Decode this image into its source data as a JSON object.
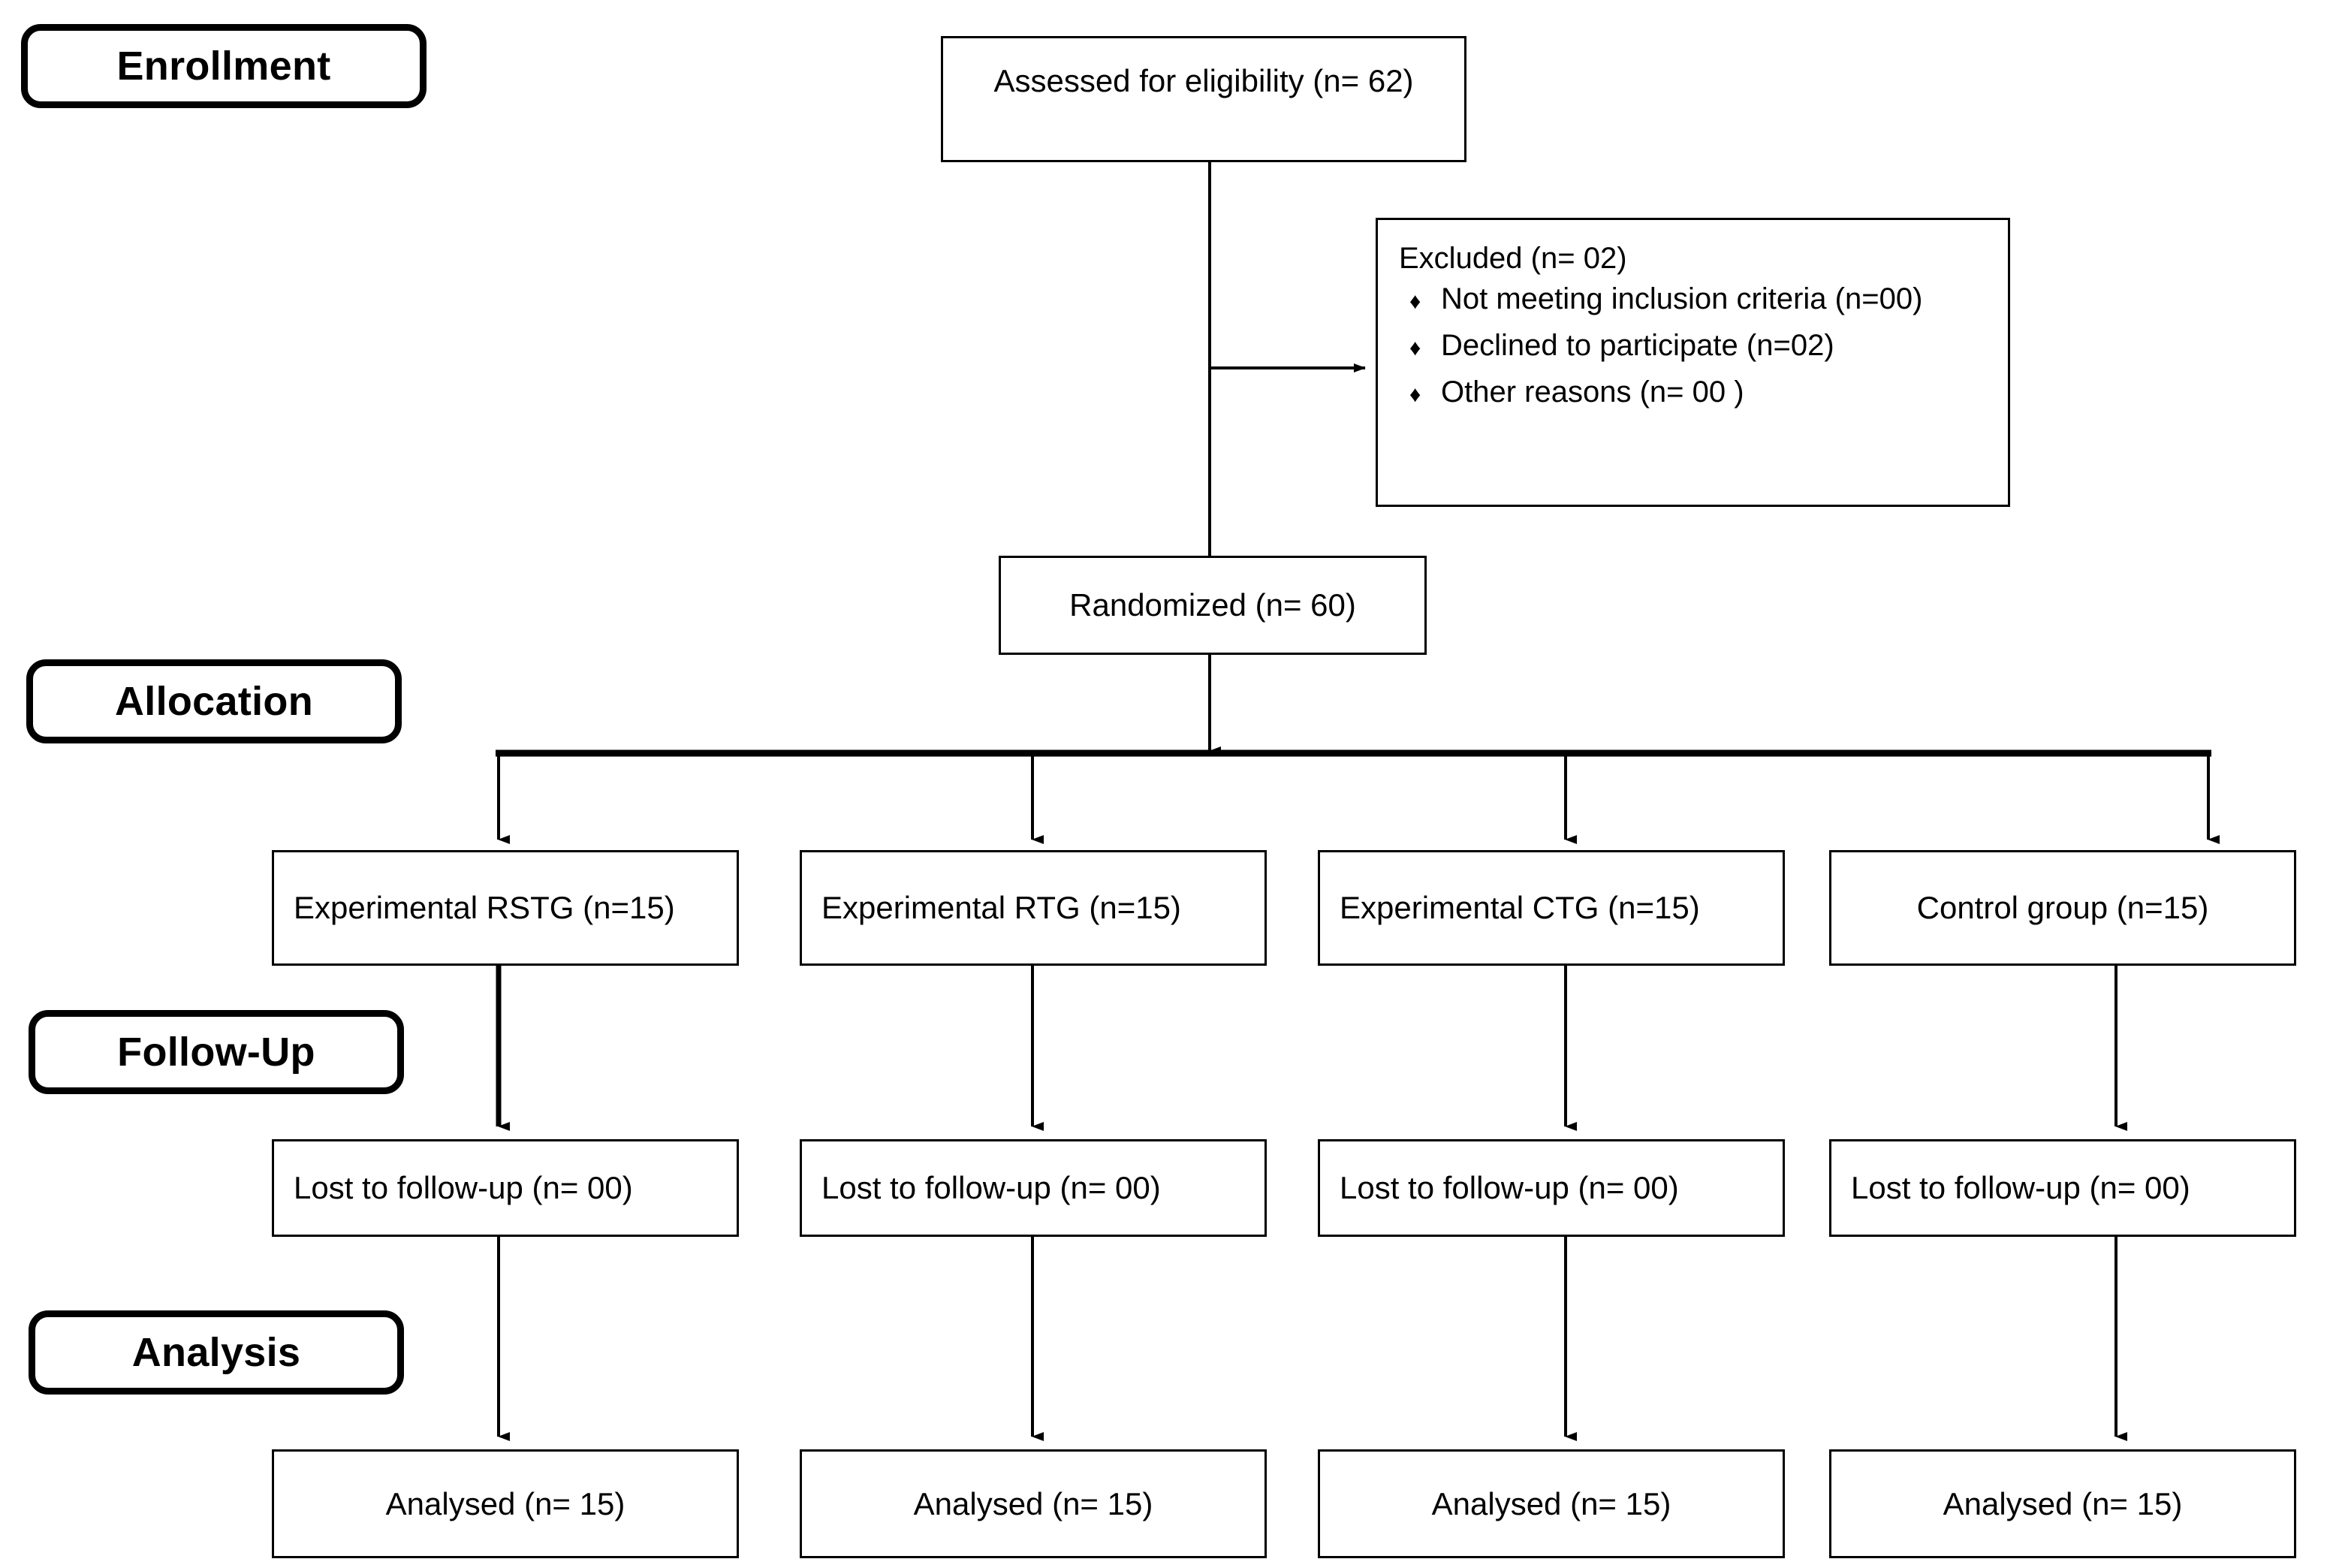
{
  "diagram": {
    "type": "consort-flow-diagram",
    "title": "CONSORT participant flow diagram",
    "stages": [
      {
        "id": "enrollment",
        "label": "Enrollment"
      },
      {
        "id": "allocation",
        "label": "Allocation"
      },
      {
        "id": "follow_up",
        "label": "Follow-Up"
      },
      {
        "id": "analysis",
        "label": "Analysis"
      }
    ],
    "enrollment": {
      "assessed": {
        "label": "Assessed for eligibility (n= 62)",
        "n": 62
      },
      "excluded": {
        "title": "Excluded (n= 02)",
        "n": 2,
        "bullet_glyph": "♦",
        "reasons": [
          {
            "label": "Not meeting inclusion criteria (n=00)",
            "n": 0
          },
          {
            "label": "Declined to participate (n=02)",
            "n": 2
          },
          {
            "label": "Other reasons (n= 00 )",
            "n": 0
          }
        ]
      },
      "randomized": {
        "label": "Randomized (n= 60)",
        "n": 60
      }
    },
    "arms": [
      {
        "id": "rstg",
        "allocation": {
          "label": "Experimental RSTG (n=15)",
          "n": 15,
          "align": "left"
        },
        "follow_up": {
          "label": "Lost to follow-up (n= 00)",
          "n": 0,
          "align": "left"
        },
        "analysis": {
          "label": "Analysed (n= 15)",
          "n": 15,
          "align": "center"
        }
      },
      {
        "id": "rtg",
        "allocation": {
          "label": "Experimental RTG (n=15)",
          "n": 15,
          "align": "left"
        },
        "follow_up": {
          "label": "Lost to follow-up (n= 00)",
          "n": 0,
          "align": "left"
        },
        "analysis": {
          "label": "Analysed (n= 15)",
          "n": 15,
          "align": "center"
        }
      },
      {
        "id": "ctg",
        "allocation": {
          "label": "Experimental CTG (n=15)",
          "n": 15,
          "align": "left"
        },
        "follow_up": {
          "label": "Lost to follow-up (n= 00)",
          "n": 0,
          "align": "left"
        },
        "analysis": {
          "label": "Analysed (n= 15)",
          "n": 15,
          "align": "center"
        }
      },
      {
        "id": "control",
        "allocation": {
          "label": "Control group (n=15)",
          "n": 15,
          "align": "center"
        },
        "follow_up": {
          "label": "Lost to follow-up (n= 00)",
          "n": 0,
          "align": "left"
        },
        "analysis": {
          "label": "Analysed (n= 15)",
          "n": 15,
          "align": "center"
        }
      }
    ],
    "colors": {
      "line": "#000000",
      "background": "#ffffff",
      "text": "#000000"
    }
  }
}
